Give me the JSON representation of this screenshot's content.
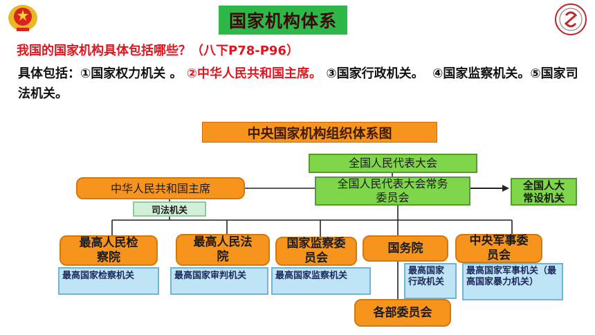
{
  "header": {
    "title": "国家机构体系"
  },
  "question": "我国的国家机构具体包括哪些？（八下P78-P96）",
  "answer": {
    "prefix": "具体包括：",
    "item1": "①国家权力机关 。",
    "item2": "②中华人民共和国主席。",
    "item3": "③国家行政机关。",
    "item4": "④国家监察机关。",
    "item5": "⑤国家司法机关。"
  },
  "chart": {
    "title": "中央国家机构组织体系图",
    "npc": "全国人民代表大会",
    "npcsc": "全国人民代表大会常务委员会",
    "npc_committees": "全国人大常设机关",
    "president": "中华人民共和国主席",
    "judicial": "司法机关",
    "procuratorate": "最高人民检察院",
    "procuratorate_note": "最高国家检察机关",
    "court": "最高人民法院",
    "court_note": "最高国家审判机关",
    "supervision": "国家监察委员会",
    "supervision_note": "最高国家监察机关",
    "state_council": "国务院",
    "state_council_note": "最高国家行政机关",
    "ministries": "各部委员会",
    "military": "中央军事委员会",
    "military_note": "最高国家军事机关（最高国家暴力机关）"
  },
  "colors": {
    "title_green": "#2eb84a",
    "red_text": "#e0161f",
    "box_orange": "#f7941d",
    "box_green": "#7fd64b",
    "box_blue": "#bfe4f6"
  }
}
